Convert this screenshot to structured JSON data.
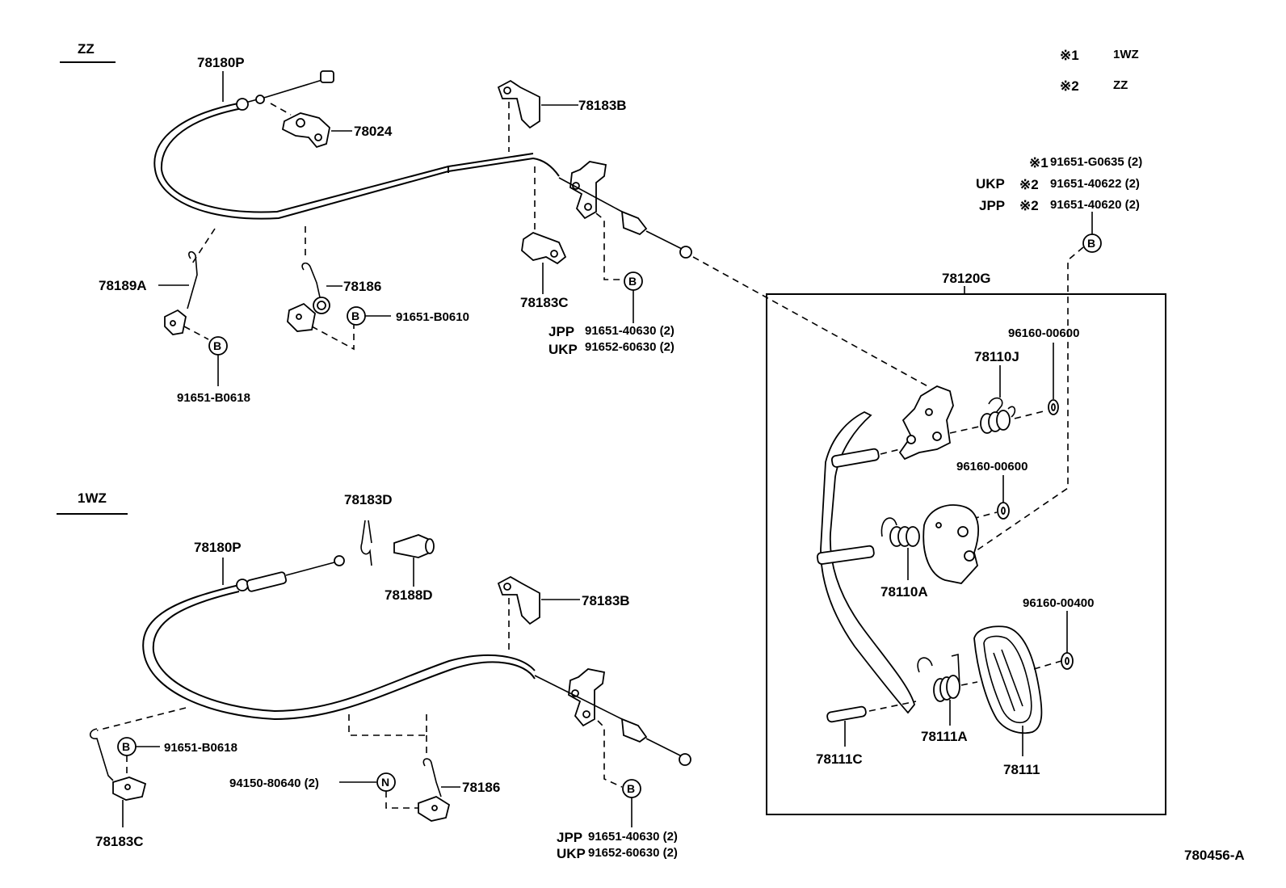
{
  "diagram_id": "780456-A",
  "legend": [
    {
      "mark": "※1",
      "value": "1WZ"
    },
    {
      "mark": "※2",
      "value": "ZZ"
    }
  ],
  "sections": {
    "zz": {
      "title": "ZZ",
      "labels": {
        "cable": "78180P",
        "clamp": "78024",
        "bracket_top": "78183B",
        "bracket_mid": "78183C",
        "clip_left": "78189A",
        "clip_mid": "78186",
        "bolt_left": "91651-B0618",
        "bolt_mid": "91651-B0610",
        "bolt_right_jpp_code": "JPP",
        "bolt_right_jpp": "91651-40630 (2)",
        "bolt_right_ukp_code": "UKP",
        "bolt_right_ukp": "91652-60630 (2)"
      }
    },
    "wz": {
      "title": "1WZ",
      "labels": {
        "cable": "78180P",
        "clip_top": "78183D",
        "cap": "78188D",
        "bracket_top": "78183B",
        "bracket_left": "78183C",
        "clip_mid": "78186",
        "bolt_left": "91651-B0618",
        "nut": "94150-80640 (2)",
        "bolt_right_jpp_code": "JPP",
        "bolt_right_jpp": "91651-40630 (2)",
        "bolt_right_ukp_code": "UKP",
        "bolt_right_ukp": "91652-60630 (2)"
      }
    },
    "pedal": {
      "assembly": "78120G",
      "labels": {
        "spring_top": "78110J",
        "spring_mid": "78110A",
        "spring_low": "78111A",
        "pin": "78111C",
        "pad": "78111",
        "clip1": "96160-00600",
        "clip2": "96160-00600",
        "clip3": "96160-00400"
      },
      "bolts": [
        {
          "region": "",
          "mark": "※1",
          "code": "91651-G0635 (2)"
        },
        {
          "region": "UKP",
          "mark": "※2",
          "code": "91651-40622 (2)"
        },
        {
          "region": "JPP",
          "mark": "※2",
          "code": "91651-40620 (2)"
        }
      ]
    }
  },
  "symbols": {
    "bolt": "B",
    "nut": "N"
  }
}
